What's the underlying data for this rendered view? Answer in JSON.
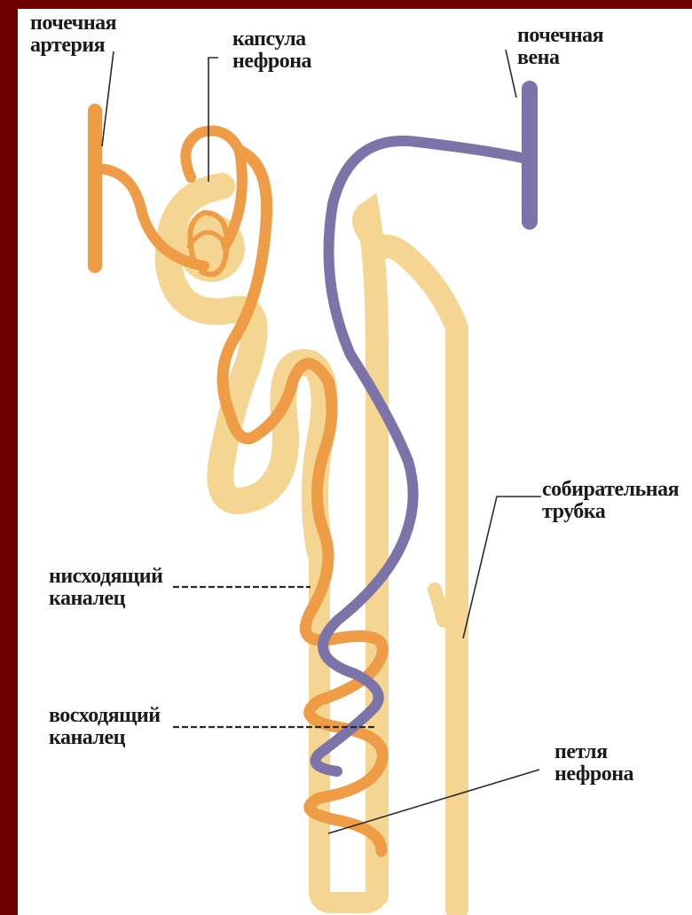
{
  "labels": {
    "renal_artery": [
      "почечная",
      "артерия"
    ],
    "nephron_capsule": [
      "капсула",
      "нефрона"
    ],
    "renal_vein": [
      "почечная",
      "вена"
    ],
    "collecting_duct": [
      "собирательная",
      "трубка"
    ],
    "descending_tubule": [
      "нисходящий",
      "каналец"
    ],
    "ascending_tubule": [
      "восходящий",
      "каналец"
    ],
    "nephron_loop": [
      "петля",
      "нефрона"
    ]
  },
  "colors": {
    "background": "#6f0000",
    "tubule": "#f4d592",
    "tubule_edge": "#e5b96a",
    "artery": "#ee9c45",
    "vein": "#7c74a8",
    "leader": "#2a2a2a"
  }
}
